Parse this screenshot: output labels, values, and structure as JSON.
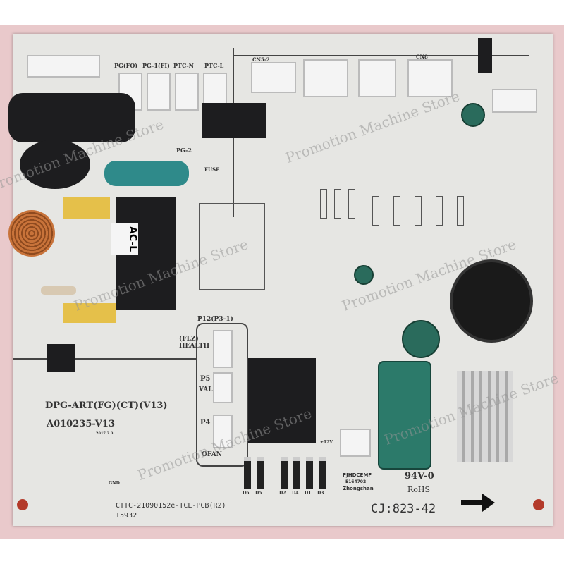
{
  "board": {
    "model": "DPG-ART(FG)(CT)(V13)",
    "part_number": "A010235-V13",
    "date_code": "2017.3.0",
    "cttc_code": "CTTC-21090152e-TCL-PCB(R2)",
    "lot": "T5932",
    "ul_mark": "94V-0",
    "rohs": "RoHS",
    "maker_code": "PJHDCEMF",
    "maker_id": "E164702",
    "maker_city": "Zhongshan",
    "serial": "CJ:823-42",
    "connector_labels": [
      "PG(FO)",
      "PG-1(FI)",
      "PTC-N",
      "PTC-L",
      "CN5-2",
      "CN8",
      "PG-2"
    ],
    "port_labels": [
      "AC-L",
      "P12(P3-1)",
      "(FLZ) HEALTH",
      "P5",
      "VAL",
      "P4",
      "OFAN",
      "FUSE",
      "GND",
      "+12V"
    ],
    "diode_labels": [
      "D6",
      "D5",
      "D2",
      "D4",
      "D1",
      "D3"
    ]
  },
  "watermark": "Promotion Machine Store",
  "colors": {
    "board": "#e6e6e3",
    "background": "#e9c9cb",
    "mount_hole": "#b33a2a",
    "capacitor": "#2a6b5c"
  }
}
